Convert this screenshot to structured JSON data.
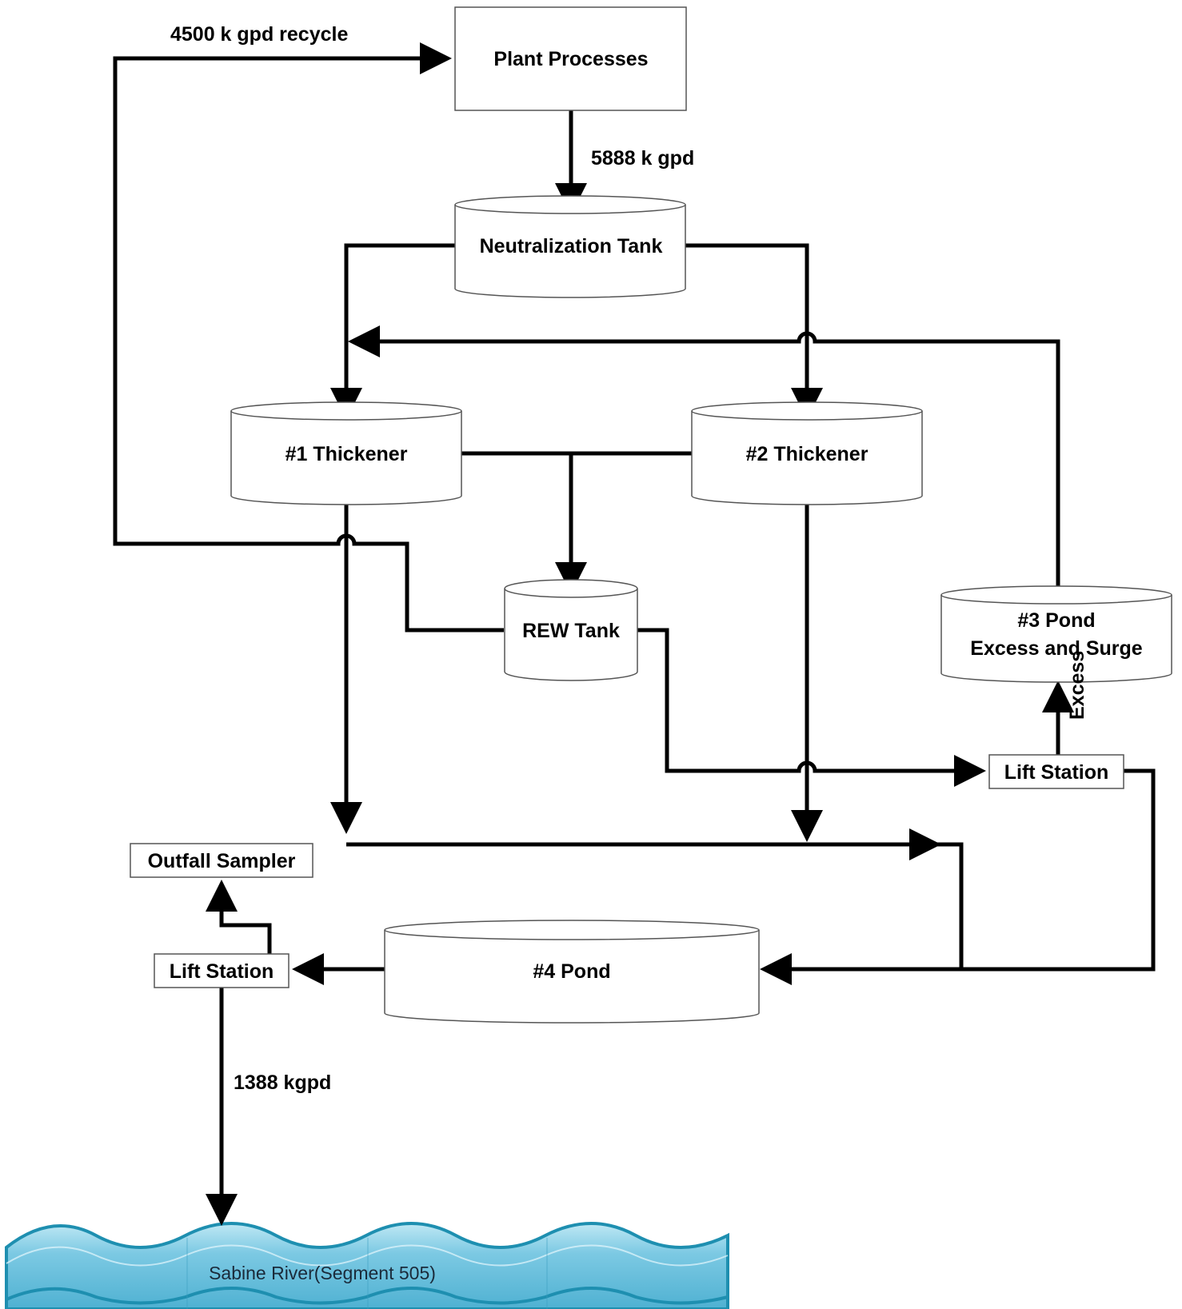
{
  "nodes": {
    "plant_processes": "Plant Processes",
    "neutralization_tank": "Neutralization Tank",
    "thickener_1": "#1 Thickener",
    "thickener_2": "#2 Thickener",
    "rew_tank": "REW Tank",
    "pond_3_line1": "#3 Pond",
    "pond_3_line2": "Excess and Surge",
    "lift_station_east": "Lift Station",
    "outfall_sampler": "Outfall Sampler",
    "lift_station_west": "Lift Station",
    "pond_4": "#4 Pond",
    "river": "Sabine River(Segment 505)"
  },
  "flow_labels": {
    "recycle": "4500 k gpd recycle",
    "plant_out": "5888 k gpd",
    "excess": "Excess",
    "discharge": "1388 kgpd"
  },
  "colors": {
    "line": "#000000",
    "shape_stroke": "#555555",
    "river_light": "#8fd0e6",
    "river_mid": "#5bb6d4",
    "river_edge": "#1e8fb0"
  }
}
